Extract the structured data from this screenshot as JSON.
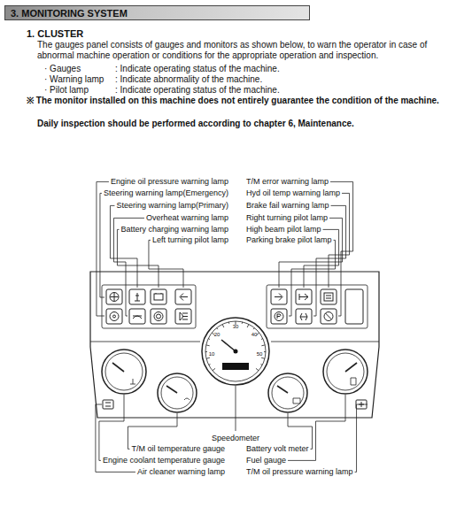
{
  "diagram": {
    "nodes": [
      {
        "text": [
          "3. MONITORING SYSTEM"
        ]
      }
    ],
    "labels": [
      "1. CLUSTER",
      "The gauges panel consists of gauges and monitors as shown below, to warn the operator in case of abnormal machine operation or conditions for the appropriate operation and inspection.",
      "· Gauges",
      ": Indicate operating status of the machine.",
      "· Warning lamp",
      ": Indicate abnormality of the machine.",
      "· Pilot lamp",
      ": Indicate operating status of the machine.",
      "※ The monitor installed on this machine does not entirely guarantee the condition of the machine.",
      "Daily inspection should be performed according to chapter 6, Maintenance.",
      "Engine oil pressure warning lamp",
      "Steering warning lamp(Emergency)",
      "Steering warning lamp(Primary)",
      "Overheat warning lamp",
      "Battery charging warning lamp",
      "Left turning pilot lamp",
      "T/M error warning lamp",
      "Hyd oil temp warning lamp",
      "Brake fail warning lamp",
      "Right turning pilot lamp",
      "High beam pilot lamp",
      "Parking brake pilot lamp",
      "Speedometer",
      "T/M oil temperature gauge",
      "Engine coolant temperature gauge",
      "Air cleaner warning lamp",
      "Battery volt meter",
      "Fuel gauge",
      "T/M oil pressure warning lamp",
      "10",
      "20",
      "30",
      "40",
      "50"
    ]
  }
}
